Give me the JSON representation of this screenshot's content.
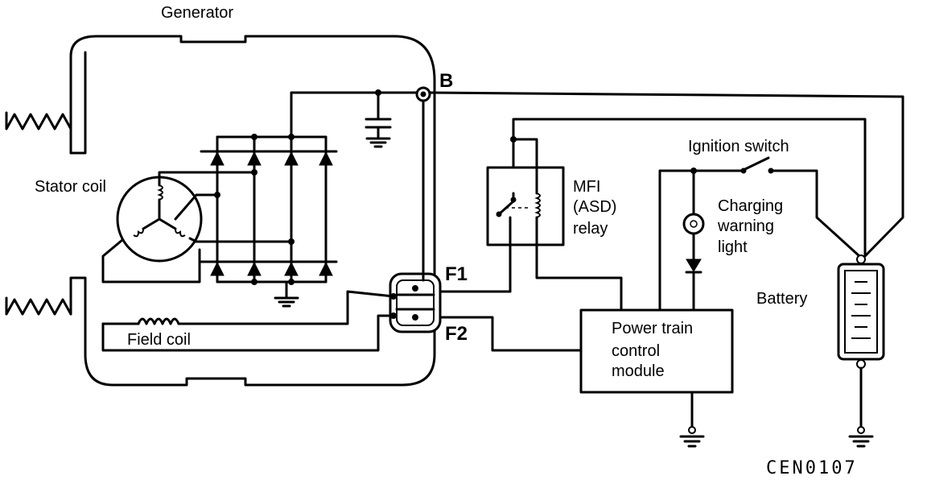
{
  "labels": {
    "generator": "Generator",
    "stator_coil": "Stator coil",
    "field_coil": "Field coil",
    "terminal_b": "B",
    "terminal_f1": "F1",
    "terminal_f2": "F2",
    "relay_line1": "MFI",
    "relay_line2": "(ASD)",
    "relay_line3": "relay",
    "ignition_switch": "Ignition switch",
    "charging_line1": "Charging",
    "charging_line2": "warning",
    "charging_line3": "light",
    "battery": "Battery",
    "pcm_line1": "Power train",
    "pcm_line2": "control",
    "pcm_line3": "module",
    "figure_code": "CEN0107"
  }
}
